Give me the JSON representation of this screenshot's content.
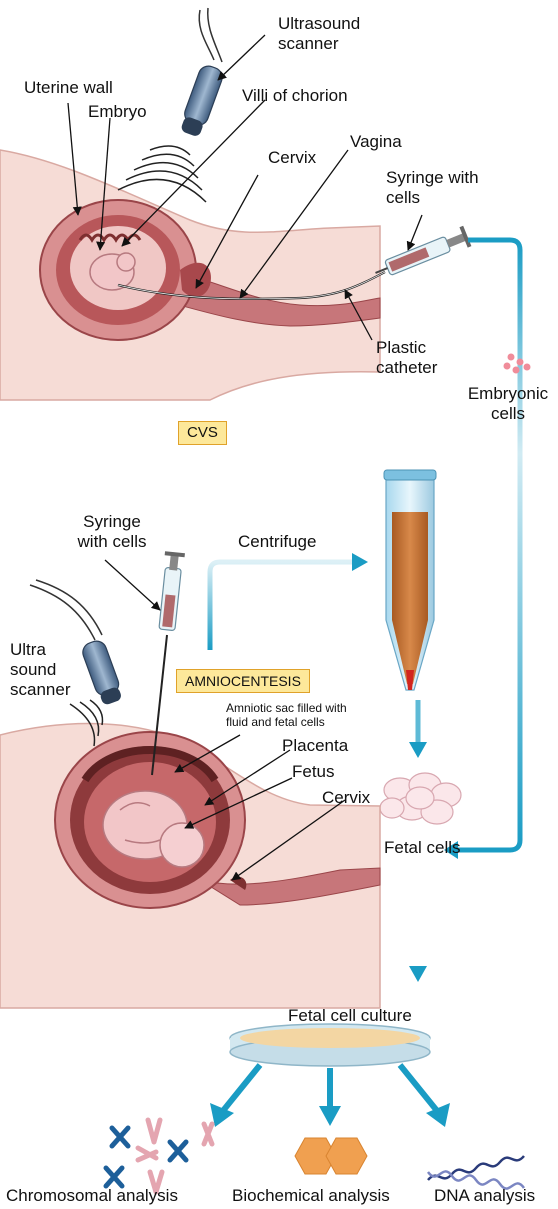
{
  "labels": {
    "ultrasound_scanner": "Ultrasound\nscanner",
    "uterine_wall": "Uterine wall",
    "embryo": "Embryo",
    "villi_of_chorion": "Villi of chorion",
    "cervix_top": "Cervix",
    "vagina": "Vagina",
    "syringe_with_cells_top": "Syringe with\ncells",
    "plastic_catheter": "Plastic\ncatheter",
    "embryonic_cells": "Embryonic\ncells",
    "cvs": "CVS",
    "syringe_with_cells_bottom": "Syringe\nwith cells",
    "centrifuge": "Centrifuge",
    "ultra_sound_scanner": "Ultra\nsound\nscanner",
    "amniocentesis": "AMNIOCENTESIS",
    "amniotic_sac": "Amniotic sac filled with\nfluid and fetal cells",
    "placenta": "Placenta",
    "fetus": "Fetus",
    "cervix_bottom": "Cervix",
    "fetal_cells": "Fetal cells",
    "fetal_cell_culture": "Fetal cell culture",
    "chromosomal_analysis": "Chromosomal analysis",
    "biochemical_analysis": "Biochemical analysis",
    "dna_analysis": "DNA analysis"
  },
  "colors": {
    "skin": "#f6dcd6",
    "skin_edge": "#d9a9a2",
    "uterus": "#b8575a",
    "uterus_dark": "#7e2f30",
    "fetus": "#f2c6c8",
    "arrow_blue": "#1a9cc4",
    "box_fill": "#fde89a",
    "box_border": "#e0a22a",
    "centrifuge_fluid": "#c87a3a",
    "hexagon": "#f0a050"
  }
}
